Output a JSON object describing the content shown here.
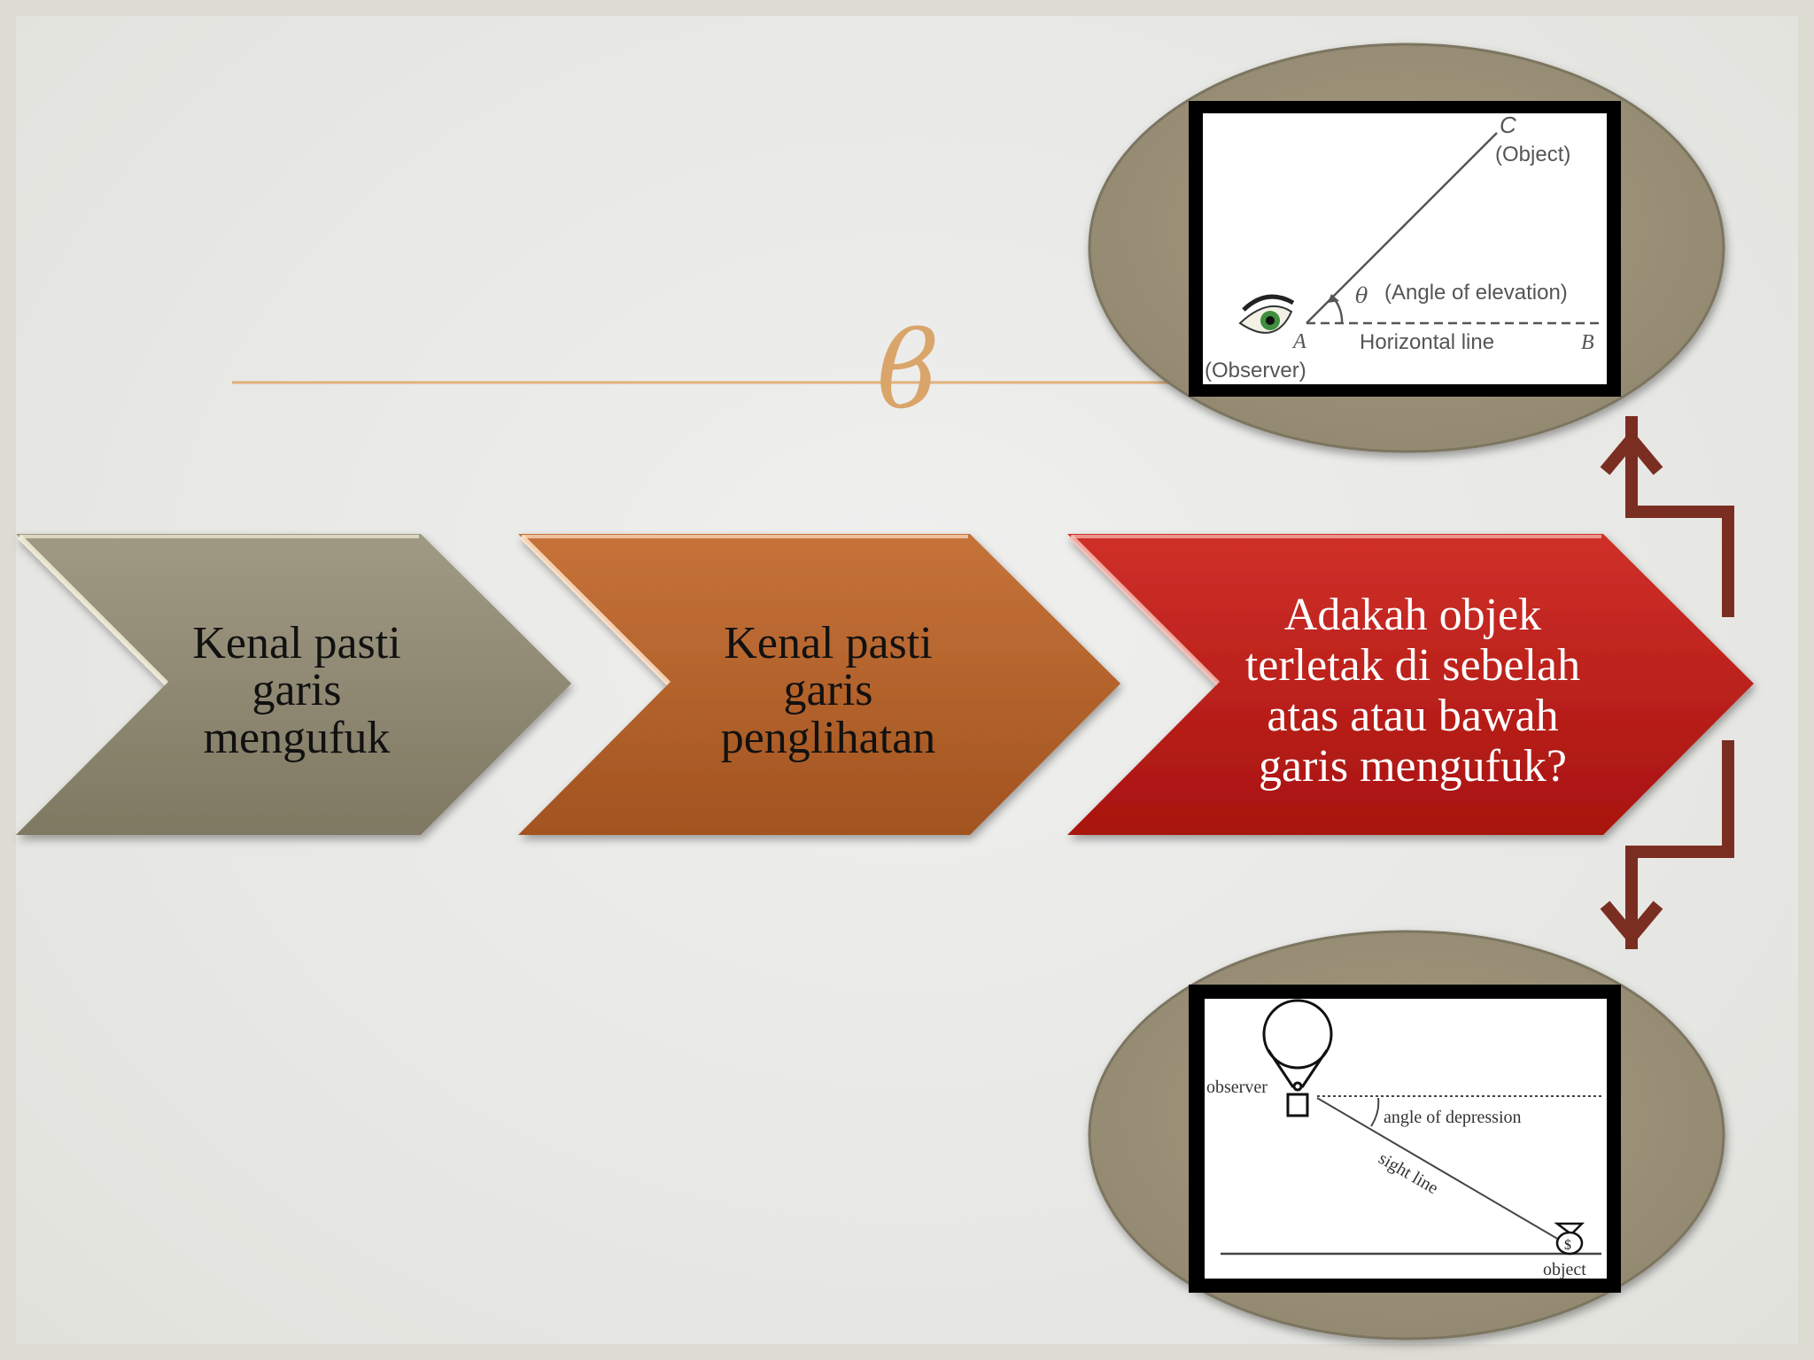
{
  "steps": [
    {
      "label_lines": [
        "Kenal pasti",
        "garis",
        "mengufuk"
      ],
      "color": "#8d8671"
    },
    {
      "label_lines": [
        "Kenal pasti",
        "garis",
        "penglihatan"
      ],
      "color": "#b35d29"
    },
    {
      "label_lines": [
        "Adakah objek",
        "terletak di sebelah",
        "atas atau bawah",
        "garis mengufuk?"
      ],
      "color": "#b81c19"
    }
  ],
  "ornament": {
    "glyph": "ϐ",
    "color": "#d9a56a"
  },
  "elevation_diagram": {
    "point_c": "C",
    "object_label": "(Object)",
    "angle_symbol": "θ",
    "angle_label": "(Angle of elevation)",
    "point_a": "A",
    "horizontal_label": "Horizontal line",
    "point_b": "B",
    "observer_label": "(Observer)"
  },
  "depression_diagram": {
    "observer_label": "observer",
    "angle_label": "angle of depression",
    "sight_label": "sight line",
    "object_label": "object",
    "money_symbol": "$"
  },
  "colors": {
    "ellipse": "#9e9378",
    "arrow": "#7a2e21",
    "divider": "#e1b17a",
    "frame": "#000000"
  }
}
